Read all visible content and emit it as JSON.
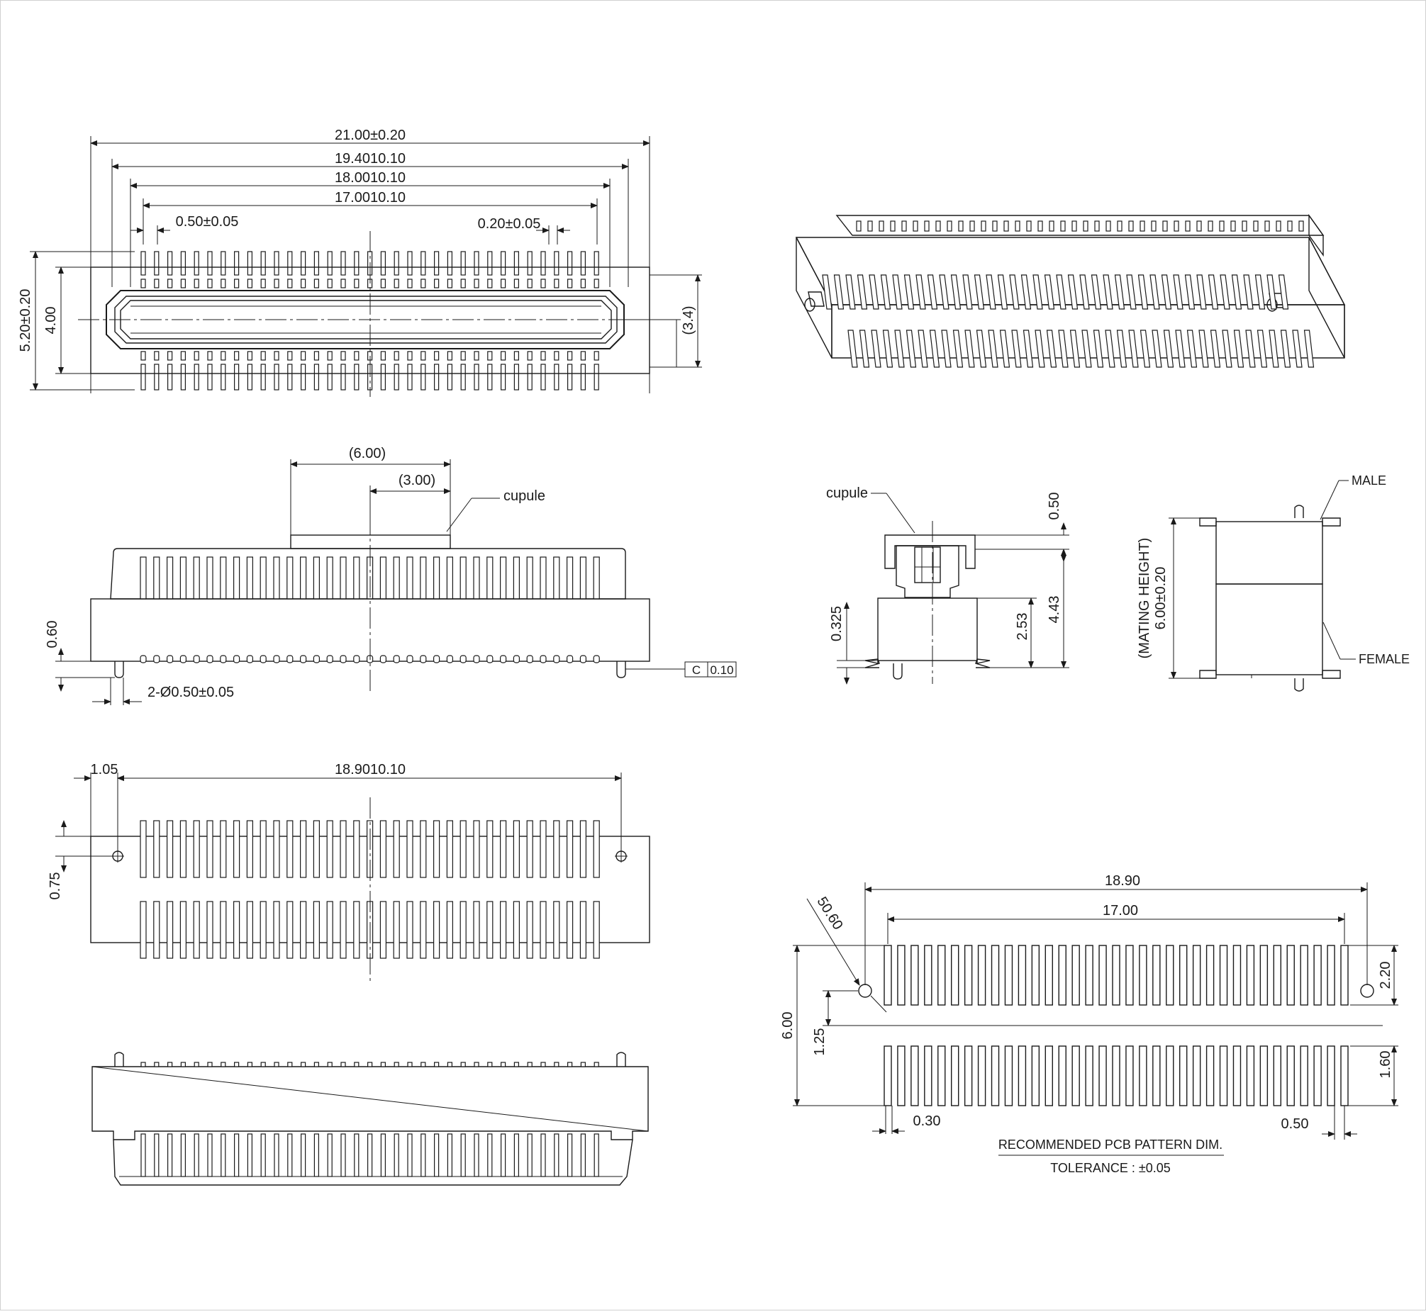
{
  "top_view": {
    "dim_overall": "21.00±0.20",
    "dim_1940": "19.4010.10",
    "dim_1800": "18.0010.10",
    "dim_1700": "17.0010.10",
    "dim_pitch": "0.50±0.05",
    "dim_pin_width": "0.20±0.05",
    "dim_height_total": "5.20±0.20",
    "dim_height_body": "4.00",
    "dim_ref": "(3.4)"
  },
  "front_view": {
    "dim_600": "(6.00)",
    "dim_300": "(3.00)",
    "label_cupule": "cupule",
    "dim_060": "0.60",
    "dim_holes": "2-Ø0.50±0.05",
    "tolerance_frame": [
      "C",
      "0.10"
    ]
  },
  "side_view": {
    "label_cupule": "cupule",
    "dim_050": "0.50",
    "dim_0325": "0.325",
    "dim_253": "2.53",
    "dim_443": "4.43"
  },
  "mating_view": {
    "label_male": "MALE",
    "label_female": "FEMALE",
    "dim_mating": "(MATING HEIGHT)",
    "dim_mating_value": "6.00±0.20"
  },
  "bottom_view": {
    "dim_105": "1.05",
    "dim_1890": "18.9010.10",
    "dim_075": "0.75"
  },
  "pcb_pattern": {
    "dim_1890": "18.90",
    "dim_1700": "17.00",
    "dim_hole": "50.60",
    "dim_220": "2.20",
    "dim_600": "6.00",
    "dim_125": "1.25",
    "dim_160": "1.60",
    "dim_030": "0.30",
    "dim_050": "0.50",
    "title": "RECOMMENDED PCB PATTERN DIM.",
    "tolerance": "TOLERANCE : ±0.05"
  }
}
